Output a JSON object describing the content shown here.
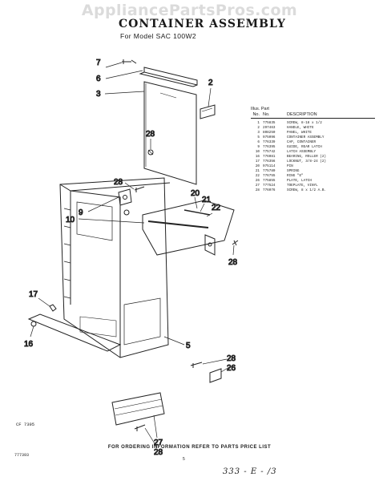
{
  "watermark": "AppliancePartsPros.com",
  "title": "CONTAINER ASSEMBLY",
  "subtitle": "For Model SAC 100W2",
  "callouts": {
    "c7": "7",
    "c6": "6",
    "c3": "3",
    "c2": "2",
    "c28a": "28",
    "c28b": "28",
    "c9": "9",
    "c10": "10",
    "c20": "20",
    "c21": "21",
    "c22": "22",
    "c28c": "28",
    "c17": "17",
    "c16": "16",
    "c5": "5",
    "c28d": "28",
    "c26": "26",
    "c27": "27",
    "c28e": "28"
  },
  "parts_table": {
    "header_line1": "Illus.  Part",
    "header_no": "No.",
    "header_partno": "No.",
    "header_desc": "DESCRIPTION",
    "rows": [
      {
        "illus": "1",
        "part": "775835",
        "desc": "SCREW, 8-18 x 1/2"
      },
      {
        "illus": "2",
        "part": "297463",
        "desc": "HANDLE, WHITE"
      },
      {
        "illus": "3",
        "part": "808250",
        "desc": "PANEL, WHITE"
      },
      {
        "illus": "5",
        "part": "975096",
        "desc": "CONTAINER ASSEMBLY"
      },
      {
        "illus": "6",
        "part": "776339",
        "desc": "CAP, CONTAINER"
      },
      {
        "illus": "9",
        "part": "776395",
        "desc": "GUIDE, REAR LATCH"
      },
      {
        "illus": "10",
        "part": "775742",
        "desc": "LATCH ASSEMBLY"
      },
      {
        "illus": "16",
        "part": "776081",
        "desc": "BEARING, ROLLER (2)"
      },
      {
        "illus": "17",
        "part": "776356",
        "desc": "LOCKNUT, 3/8-24 (2)"
      },
      {
        "illus": "20",
        "part": "975114",
        "desc": "PIN"
      },
      {
        "illus": "21",
        "part": "775780",
        "desc": "SPRING"
      },
      {
        "illus": "22",
        "part": "776755",
        "desc": "RING \"E\""
      },
      {
        "illus": "26",
        "part": "775855",
        "desc": "PLATE, LATCH"
      },
      {
        "illus": "27",
        "part": "777524",
        "desc": "TOEPLATE, VINYL"
      },
      {
        "illus": "28",
        "part": "776076",
        "desc": "SCREW, 8 x 1/2 A.B."
      }
    ]
  },
  "figure_code": "CF 7395",
  "footer_text": "FOR ORDERING INFORMATION REFER TO PARTS PRICE LIST",
  "document_number": "777393",
  "page_mark": "5",
  "handwritten_mark": "333 - E - /3"
}
